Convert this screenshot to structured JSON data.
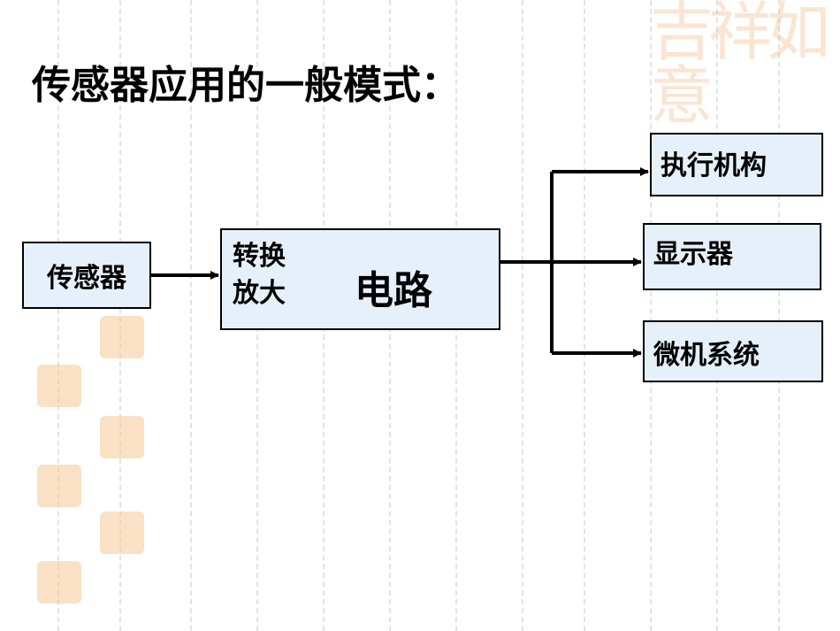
{
  "title": "传感器应用的一般模式：",
  "nodes": {
    "sensor": "传感器",
    "circuit_line1": "转换",
    "circuit_line2": "放大",
    "circuit_main": "电路",
    "actuator": "执行机构",
    "display": "显示器",
    "microcomputer": "微机系统"
  },
  "decoration": {
    "seal_text": "吉祥如意"
  },
  "edges": [
    {
      "from": "传感器",
      "to": "转换放大电路"
    },
    {
      "from": "转换放大电路",
      "to": "执行机构"
    },
    {
      "from": "转换放大电路",
      "to": "显示器"
    },
    {
      "from": "转换放大电路",
      "to": "微机系统"
    }
  ]
}
